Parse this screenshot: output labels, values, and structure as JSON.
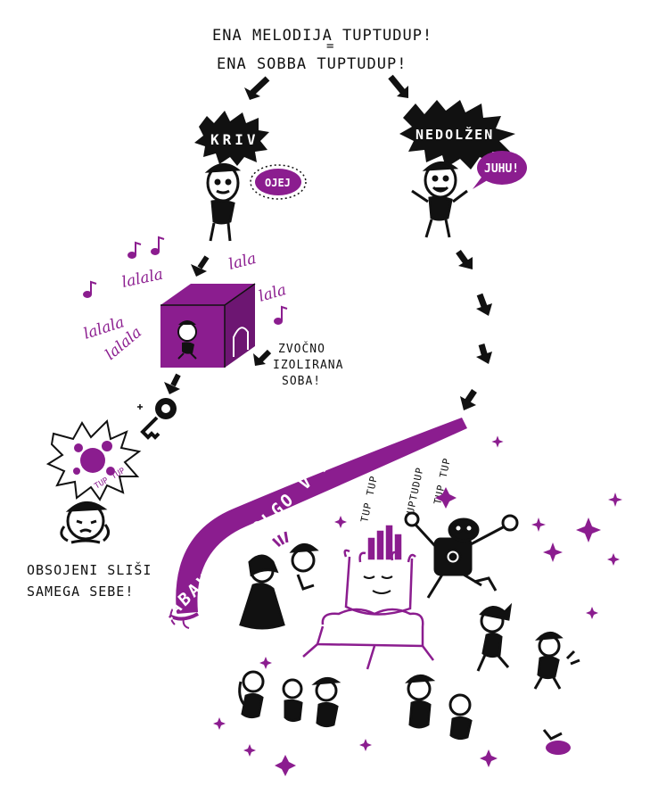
{
  "colors": {
    "ink": "#111111",
    "accent": "#8b1d8f",
    "paper": "#ffffff"
  },
  "header": {
    "line1": "ENA MELODIJA TUPTUDUP!",
    "equals": "=",
    "line2": "ENA SOBBA TUPTUDUP!"
  },
  "badges": {
    "guilty": "KRIV",
    "innocent": "NEDOLŽEN"
  },
  "speech": {
    "guilty": "OJEJ",
    "innocent": "JUHU!"
  },
  "music": {
    "words": [
      "lalala",
      "lalala",
      "lalala",
      "lala",
      "lala"
    ]
  },
  "room_label": [
    "ZVOČNO",
    "IZOLIRANA",
    "SOBA!"
  ],
  "condemned_label": [
    "OBSOJENI SLIŠI",
    "SAMEGA SEBE!"
  ],
  "banner": {
    "text": "ZABAVA DOOOLGO V NOČ..."
  },
  "tuptup_lines": [
    "TUP TUP",
    "TUPTUDUP",
    "TUP TUP"
  ],
  "blast_text": "TUP TUP",
  "icons": [
    "arrow-icon",
    "key-icon",
    "sparkle-icon",
    "music-note-icon"
  ]
}
